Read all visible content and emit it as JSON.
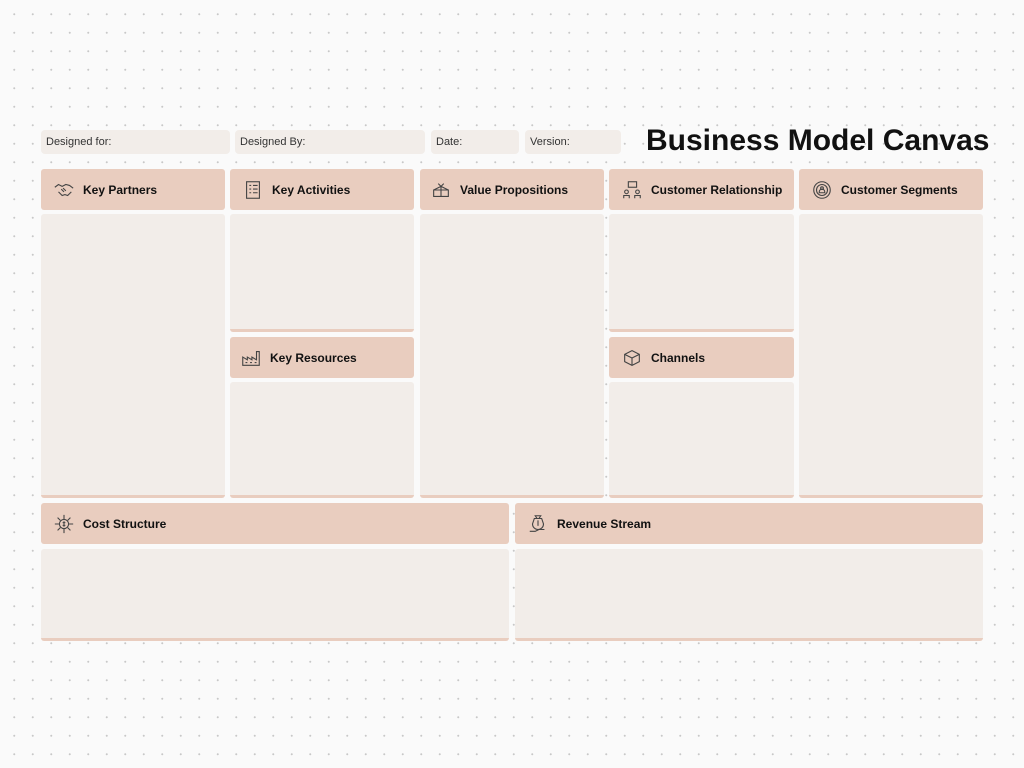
{
  "fields": {
    "designed_for": "Designed for:",
    "designed_by": "Designed By:",
    "date": "Date:",
    "version": "Version:"
  },
  "title": "Business Model Canvas",
  "sections": {
    "key_partners": {
      "label": "Key Partners",
      "icon": "handshake-icon"
    },
    "key_activities": {
      "label": "Key Activities",
      "icon": "checklist-icon"
    },
    "value_propositions": {
      "label": "Value Propositions",
      "icon": "gift-box-icon"
    },
    "customer_relationship": {
      "label": "Customer Relationship",
      "icon": "people-chat-icon"
    },
    "customer_segments": {
      "label": "Customer Segments",
      "icon": "target-person-icon"
    },
    "key_resources": {
      "label": "Key Resources",
      "icon": "factory-icon"
    },
    "channels": {
      "label": "Channels",
      "icon": "delivery-box-icon"
    },
    "cost_structure": {
      "label": "Cost Structure",
      "icon": "dollar-network-icon"
    },
    "revenue_stream": {
      "label": "Revenue Stream",
      "icon": "money-bag-hand-icon"
    }
  },
  "colors": {
    "header": "#e9cdbf",
    "panel": "#f2ede9",
    "background": "#fafafa"
  }
}
